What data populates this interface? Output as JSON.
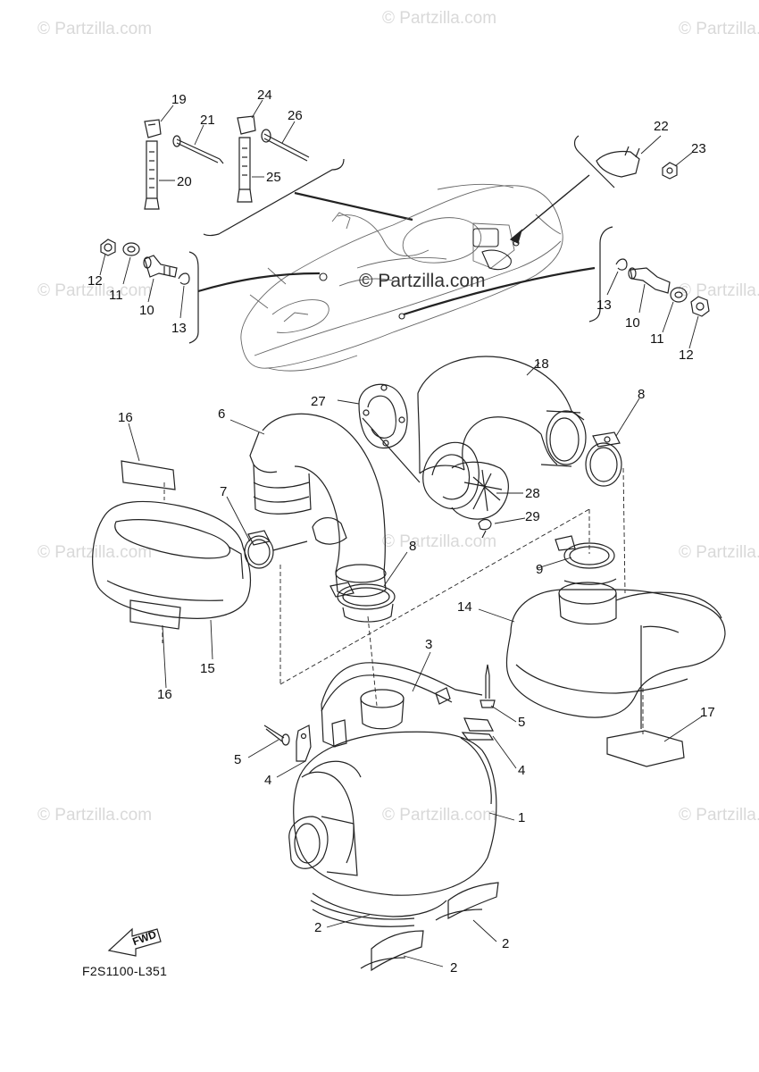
{
  "watermark_text": "© Partzilla.com",
  "center_watermark": "© Partzilla.com",
  "diagram_code": "F2S1100-L351",
  "fwd_label": "FWD",
  "callouts": [
    {
      "id": "c19",
      "label": "19"
    },
    {
      "id": "c21",
      "label": "21"
    },
    {
      "id": "c20",
      "label": "20"
    },
    {
      "id": "c24",
      "label": "24"
    },
    {
      "id": "c26",
      "label": "26"
    },
    {
      "id": "c25",
      "label": "25"
    },
    {
      "id": "c22",
      "label": "22"
    },
    {
      "id": "c23",
      "label": "23"
    },
    {
      "id": "c12a",
      "label": "12"
    },
    {
      "id": "c11a",
      "label": "11"
    },
    {
      "id": "c10a",
      "label": "10"
    },
    {
      "id": "c13a",
      "label": "13"
    },
    {
      "id": "c13b",
      "label": "13"
    },
    {
      "id": "c10b",
      "label": "10"
    },
    {
      "id": "c11b",
      "label": "11"
    },
    {
      "id": "c12b",
      "label": "12"
    },
    {
      "id": "c18",
      "label": "18"
    },
    {
      "id": "c27",
      "label": "27"
    },
    {
      "id": "c8a",
      "label": "8"
    },
    {
      "id": "c6",
      "label": "6"
    },
    {
      "id": "c16a",
      "label": "16"
    },
    {
      "id": "c28",
      "label": "28"
    },
    {
      "id": "c29",
      "label": "29"
    },
    {
      "id": "c7",
      "label": "7"
    },
    {
      "id": "c8b",
      "label": "8"
    },
    {
      "id": "c9",
      "label": "9"
    },
    {
      "id": "c14",
      "label": "14"
    },
    {
      "id": "c15",
      "label": "15"
    },
    {
      "id": "c16b",
      "label": "16"
    },
    {
      "id": "c3",
      "label": "3"
    },
    {
      "id": "c5a",
      "label": "5"
    },
    {
      "id": "c5b",
      "label": "5"
    },
    {
      "id": "c4a",
      "label": "4"
    },
    {
      "id": "c4b",
      "label": "4"
    },
    {
      "id": "c17",
      "label": "17"
    },
    {
      "id": "c1",
      "label": "1"
    },
    {
      "id": "c2a",
      "label": "2"
    },
    {
      "id": "c2b",
      "label": "2"
    },
    {
      "id": "c2c",
      "label": "2"
    }
  ]
}
